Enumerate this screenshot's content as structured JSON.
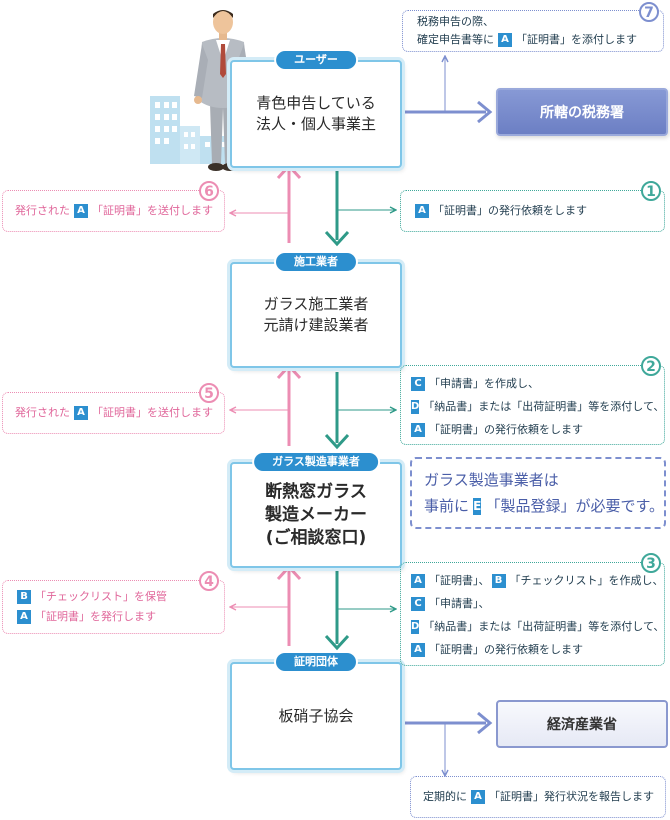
{
  "boxes": {
    "user": {
      "pill": "ユーザー",
      "lines": [
        "青色申告している",
        "法人・個人事業主"
      ]
    },
    "contractor": {
      "pill": "施工業者",
      "lines": [
        "ガラス施工業者",
        "元請け建設業者"
      ]
    },
    "maker": {
      "pill": "ガラス製造事業者",
      "lines": [
        "断熱窓ガラス",
        "製造メーカー",
        "(ご相談窓口)"
      ]
    },
    "association": {
      "pill": "証明団体",
      "lines": [
        "板硝子協会"
      ]
    }
  },
  "offices": {
    "tax": "所轄の税務署",
    "meti": "経済産業省"
  },
  "steps": {
    "s1": {
      "num": "1",
      "lines": [
        {
          "badge": "A",
          "text": "「証明書」の発行依頼をします"
        }
      ]
    },
    "s2": {
      "num": "2",
      "lines": [
        {
          "badge": "C",
          "text": "「申請書」を作成し、"
        },
        {
          "badge": "D",
          "text": "「納品書」または「出荷証明書」等を添付して、"
        },
        {
          "badge": "A",
          "text": "「証明書」の発行依頼をします"
        }
      ]
    },
    "s3": {
      "num": "3",
      "lines": [
        {
          "badge": "A",
          "text": "「証明書」、",
          "badge2": "B",
          "text2": "「チェックリスト」を作成し、"
        },
        {
          "badge": "C",
          "text": "「申請書」、"
        },
        {
          "badge": "D",
          "text": "「納品書」または「出荷証明書」等を添付して、"
        },
        {
          "badge": "A",
          "text": "「証明書」の発行依頼をします"
        }
      ]
    },
    "s4": {
      "num": "4",
      "lines": [
        {
          "badge": "B",
          "text": "「チェックリスト」を保管"
        },
        {
          "badge": "A",
          "text": "「証明書」を発行します"
        }
      ]
    },
    "s5": {
      "num": "5",
      "prefix": "発行された",
      "badge": "A",
      "text": "「証明書」を送付します"
    },
    "s6": {
      "num": "6",
      "prefix": "発行された",
      "badge": "A",
      "text": "「証明書」を送付します"
    },
    "s7": {
      "num": "7",
      "line1": "税務申告の際、",
      "prefix": "確定申告書等に",
      "badge": "A",
      "text": "「証明書」を添付します"
    },
    "report": {
      "prefix": "定期的に",
      "badge": "A",
      "text": "「証明書」発行状況を報告します"
    }
  },
  "callout": {
    "line1": "ガラス製造事業者は",
    "prefix": "事前に",
    "badge": "E",
    "text": "「製品登録」が必要です。"
  },
  "colors": {
    "teal": "#2f9a88",
    "pink": "#ec8db3",
    "blue": "#7d8fcf",
    "badge": "#2c8fcf"
  }
}
